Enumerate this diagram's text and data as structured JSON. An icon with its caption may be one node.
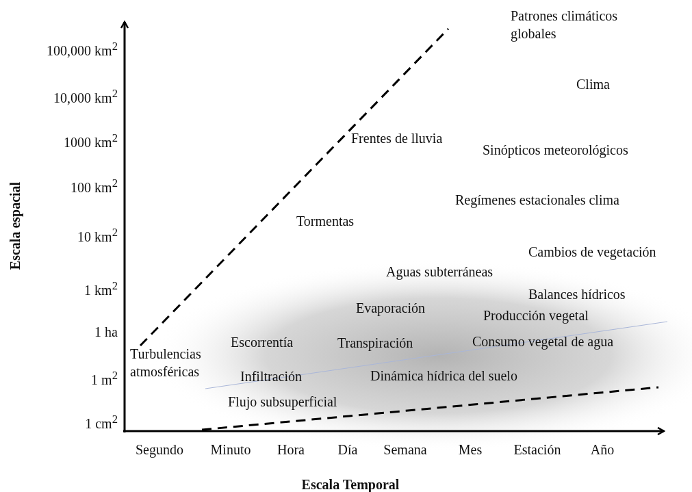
{
  "diagram": {
    "labels": [
      "Patrones climáticos globales",
      "100,000 km$^{2}$",
      "10,000 km$^{2}$",
      "Clima",
      "1000 km$^{2}$",
      "Frentes de lluvia",
      "Sinópticos meteorológicos",
      "100 km$^{2}$",
      "Escala espacial",
      "Regímenes estacionales clima",
      "Tormentas",
      "10 km$^{2}$",
      "Cambios de vegetación",
      "Aguas subterráneas",
      "1 km$^{2}$",
      "Balances hídricos",
      "Evaporación",
      "Producción vegetal",
      "1 ha",
      "Escorrentía",
      "Transpiración",
      "Consumo vegetal de agua",
      "Turbulencias atmosféricas",
      "1 m$^{2}$",
      "Infiltración",
      "Dinámica hídrica del suelo",
      "Flujo subsuperficial",
      "1 cm$^{2}$",
      "Segundo",
      "Minuto",
      "Hora",
      "Día",
      "Semana",
      "Mes",
      "Estación",
      "Año",
      "Escala Temporal"
    ]
  }
}
